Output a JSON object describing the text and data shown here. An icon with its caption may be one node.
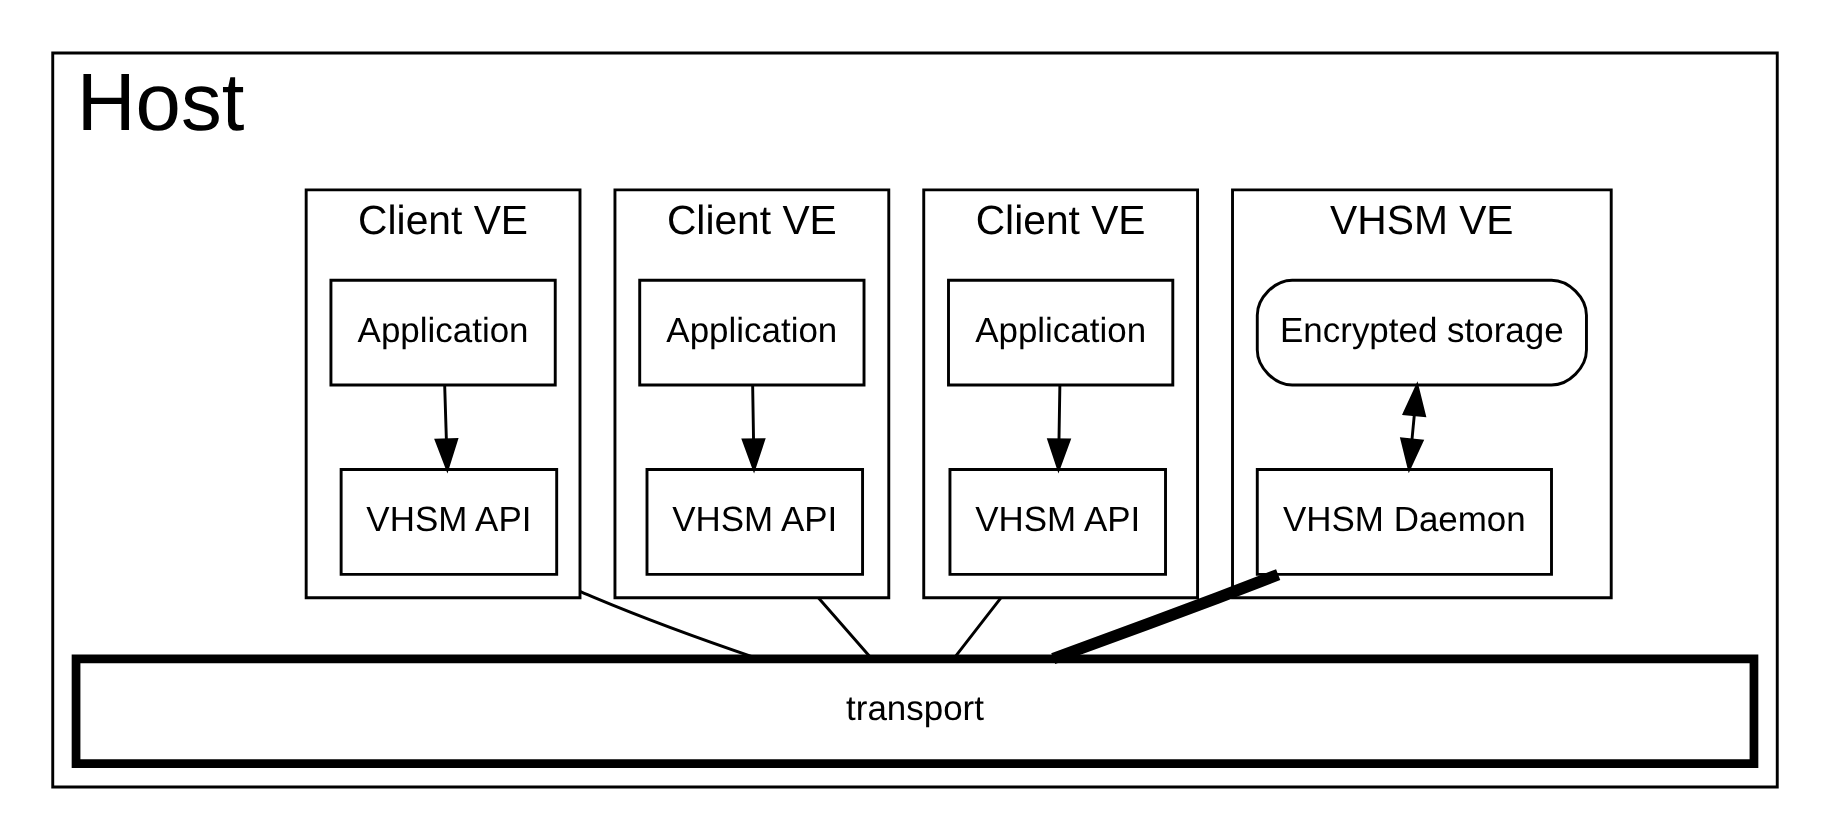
{
  "diagram": {
    "nodes": [
      {
        "text": [
          "Host"
        ]
      },
      {
        "text": [
          "VHSM VE"
        ],
        "in": 0
      },
      {
        "text": [
          "Encrypted storage"
        ],
        "in": 1
      },
      {
        "text": [
          "VHSM Daemon"
        ],
        "in": 1
      },
      {
        "text": [
          "Client VE"
        ],
        "in": 0
      },
      {
        "text": [
          "Application"
        ],
        "in": 4
      },
      {
        "text": [
          "VHSM API"
        ],
        "in": 4
      },
      {
        "text": [
          "Client VE"
        ],
        "in": 0
      },
      {
        "text": [
          "Application"
        ],
        "in": 7
      },
      {
        "text": [
          "VHSM API"
        ],
        "in": 7
      },
      {
        "text": [
          "Client VE"
        ],
        "in": 0
      },
      {
        "text": [
          "Application"
        ],
        "in": 10
      },
      {
        "text": [
          "VHSM API"
        ],
        "in": 10
      },
      {
        "text": [
          "transport"
        ],
        "in": 0
      }
    ],
    "edges": [
      {
        "from": 2,
        "to": 3,
        "arrow": "both"
      },
      {
        "from": 5,
        "to": 6,
        "arrow": "to"
      },
      {
        "from": 8,
        "to": 9,
        "arrow": "to"
      },
      {
        "from": 11,
        "to": 12,
        "arrow": "to"
      },
      {
        "from": 3,
        "to": 13,
        "arrow": "none",
        "style": "thick"
      },
      {
        "from": 4,
        "to": 13,
        "arrow": "none"
      },
      {
        "from": 7,
        "to": 13,
        "arrow": "none"
      },
      {
        "from": 10,
        "to": 13,
        "arrow": "none"
      }
    ]
  }
}
